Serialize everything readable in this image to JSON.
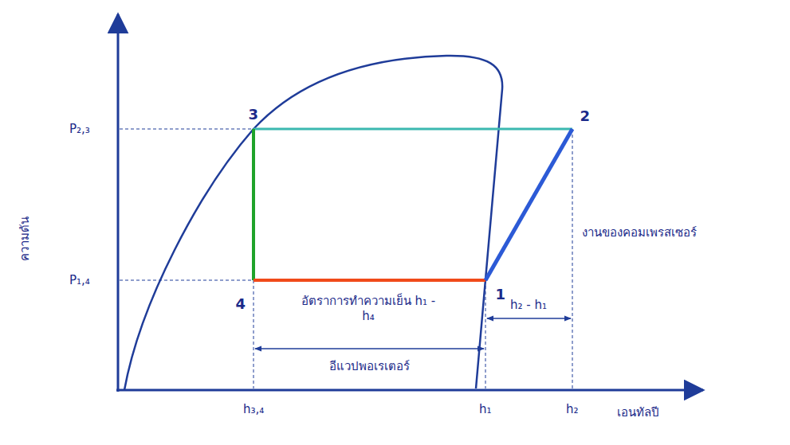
{
  "diagram": {
    "labels": [
      "ความดัน",
      "P₂,₃",
      "P₁,₄",
      "3",
      "2",
      "1",
      "4",
      "งานของคอมเพรสเซอร์",
      "อัตราการทำความเย็น h₁ - h₄",
      "h₂ - h₁",
      "อีแวปพอเรเตอร์",
      "h₃,₄",
      "h₁",
      "h₂",
      "เอนทัลปี"
    ]
  }
}
